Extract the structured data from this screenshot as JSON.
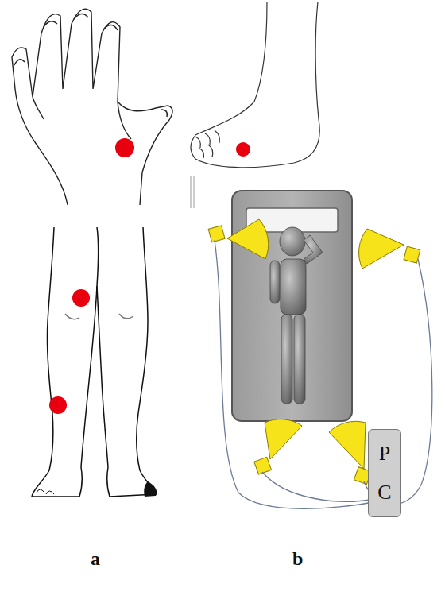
{
  "diagram": {
    "nodes": [
      {
        "text": [
          "P C"
        ]
      }
    ],
    "labels": [
      "a",
      "b"
    ]
  }
}
